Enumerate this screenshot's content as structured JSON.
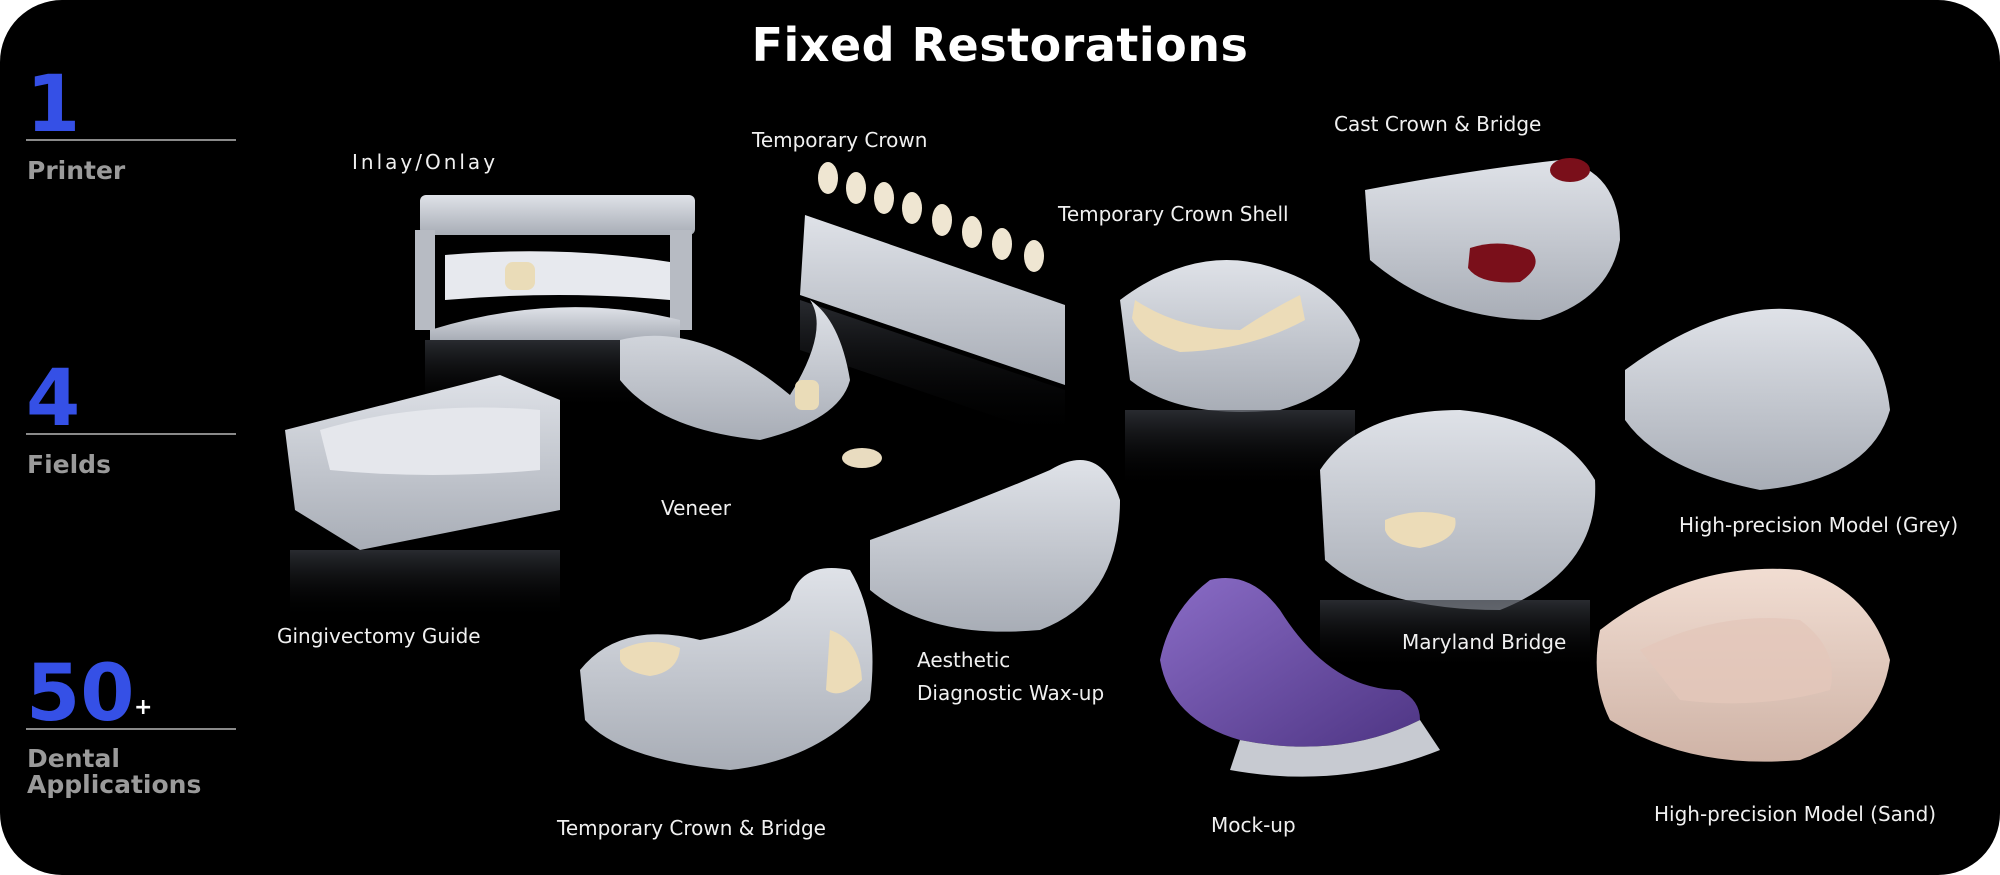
{
  "title": "Fixed Restorations",
  "stats": [
    {
      "number": "1",
      "suffix": "",
      "label": "Printer"
    },
    {
      "number": "4",
      "suffix": "",
      "label": "Fields"
    },
    {
      "number": "50",
      "suffix": "+",
      "label": "Dental Applications"
    }
  ],
  "products": {
    "inlay_onlay": "Inlay/Onlay",
    "temporary_crown": "Temporary Crown",
    "temporary_crown_shell": "Temporary Crown Shell",
    "cast_crown_bridge": "Cast Crown & Bridge",
    "veneer": "Veneer",
    "gingivectomy_guide": "Gingivectomy Guide",
    "high_precision_model_grey": "High-precision Model (Grey)",
    "aesthetic_wax_up_line1": "Aesthetic",
    "aesthetic_wax_up_line2": "Diagnostic Wax-up",
    "maryland_bridge": "Maryland Bridge",
    "temporary_crown_bridge": "Temporary Crown & Bridge",
    "mock_up": "Mock-up",
    "high_precision_model_sand": "High-precision Model (Sand)"
  },
  "colors": {
    "accent": "#3550e6",
    "background": "#000000",
    "model_grey": "#c9ccd3",
    "resin_sand": "#e8cfc3",
    "mockup_purple": "#6a4fa3",
    "cast_red": "#7a0f1a",
    "tooth_shade": "#e9dcc0"
  }
}
